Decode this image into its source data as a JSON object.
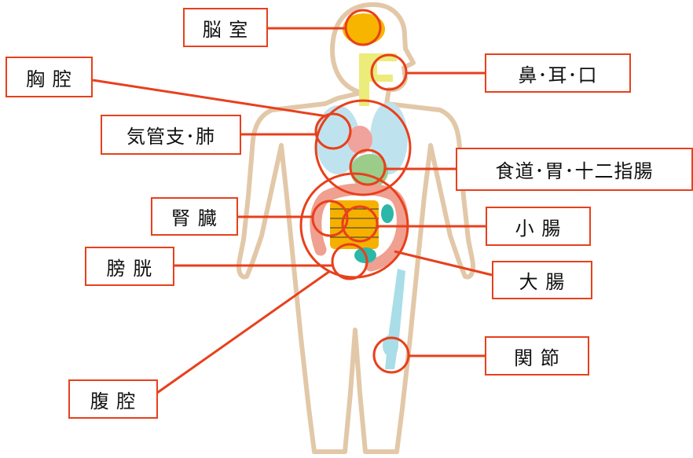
{
  "colors": {
    "callout": "#e8401c",
    "body_outline": "#e2c8a8",
    "brain": "#f7b500",
    "airway": "#ecec7a",
    "lung": "#bfe3ee",
    "heart": "#f0a39c",
    "stomach": "#9ccc8a",
    "intestine": "#f0a090",
    "kidney": "#f5b000",
    "bladder": "#2db7a8",
    "bone": "#a9dde8"
  },
  "labels": {
    "brain": "脳 室",
    "nose_ear_mouth": "鼻･耳･口",
    "chest": "胸 腔",
    "lung": "気管支･肺",
    "digestive": "食道･胃･十二指腸",
    "kidney": "腎 臓",
    "small_intestine": "小 腸",
    "bladder": "膀 胱",
    "large_intestine": "大 腸",
    "joint": "関 節",
    "abdomen": "腹 腔"
  }
}
